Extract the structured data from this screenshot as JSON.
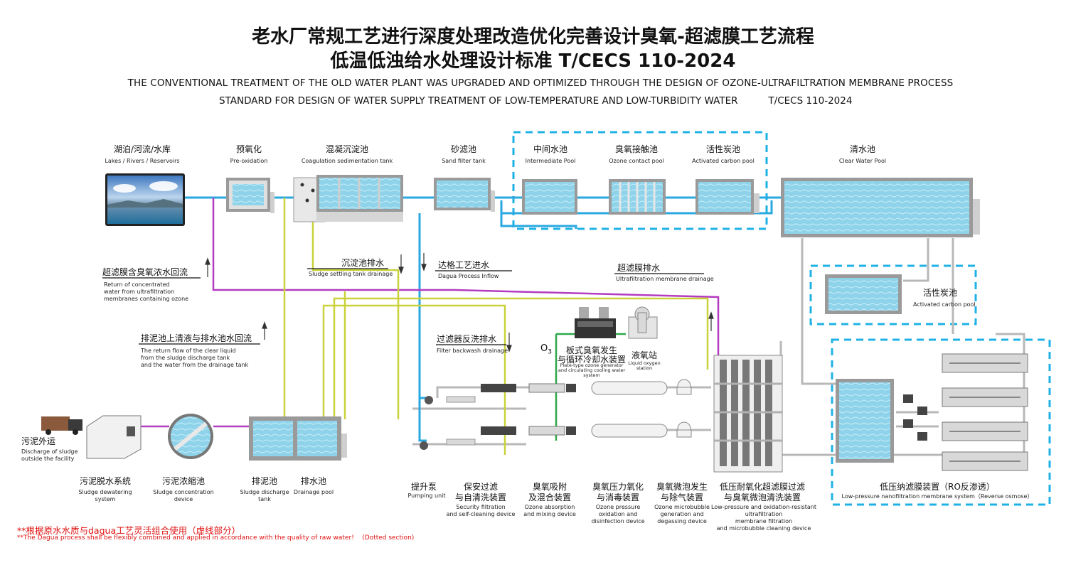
{
  "header": {
    "title_cn_1": "老水厂常规工艺进行深度处理改造优化完善设计臭氧-超滤膜工艺流程",
    "title_cn_2": "低温低浊给水处理设计标准 T/CECS 110-2024",
    "title_en_1": "THE CONVENTIONAL TREATMENT  OF THE OLD WATER PLANT WAS UPGRADED AND OPTIMIZED THROUGH THE DESIGN OF OZONE-ULTRAFILTRATION MEMBRANE PROCESS",
    "title_en_2": "STANDARD FOR DESIGN OF WATER SUPPLY TREATMENT OF LOW-TEMPERATURE AND LOW-TURBIDITY WATER          T/CECS 110-2024"
  },
  "top_units": [
    {
      "zh": "湖泊/河流/水库",
      "en": "Lakes / Rivers / Reservoirs"
    },
    {
      "zh": "预氧化",
      "en": "Pre-oxidation"
    },
    {
      "zh": "混凝沉淀池",
      "en": "Coagulation sedimentation tank"
    },
    {
      "zh": "砂滤池",
      "en": "Sand filter tank"
    },
    {
      "zh": "中间水池",
      "en": "Intermediate Pool"
    },
    {
      "zh": "臭氧接触池",
      "en": "Ozone contact pool"
    },
    {
      "zh": "活性炭池",
      "en": "Activated carbon pool"
    },
    {
      "zh": "清水池",
      "en": "Clear Water Pool"
    }
  ],
  "flows": {
    "uf_return": {
      "zh": "超滤膜含臭氧浓水回流",
      "en": [
        "Return of concentrated",
        "water from ultrafiltration",
        "membranes containing ozone"
      ]
    },
    "settle_drain": {
      "zh": "沉淀池排水",
      "en": "Sludge settling tank drainage"
    },
    "dagua_inflow": {
      "zh": "达格工艺进水",
      "en": "Dagua Process Inflow"
    },
    "uf_drain": {
      "zh": "超滤膜排水",
      "en": "Ultrafiltration membrane drainage"
    },
    "clear_return": {
      "zh": "排泥池上清液与排水池水回流",
      "en": [
        "The return flow of the clear liquid",
        "from the sludge discharge tank",
        "and the water from the drainage tank"
      ]
    },
    "backwash": {
      "zh": "过滤器反洗排水",
      "en": "Filter backwash drainage"
    }
  },
  "equipment": {
    "o3_label": "O",
    "o3_sub": "3",
    "ozone_gen": {
      "zh": [
        "板式臭氧发生",
        "与循环冷却水装置"
      ],
      "en": [
        "Plate-type ozone generator",
        "and circulating cooling water",
        "system"
      ]
    },
    "liquid_o2": {
      "zh": "液氧站",
      "en": [
        "Liquid oxygen",
        "station"
      ]
    },
    "side_carbon": {
      "zh": "活性炭池",
      "en": "Activated carbon pool"
    }
  },
  "bottom_units": [
    {
      "zh": "污泥外运",
      "en": [
        "Discharge of sludge",
        "outside the facility"
      ]
    },
    {
      "zh": "污泥脱水系统",
      "en": [
        "Sludge dewatering",
        "system"
      ]
    },
    {
      "zh": "污泥浓缩池",
      "en": [
        "Sludge concentration",
        "device"
      ]
    },
    {
      "zh": "排泥池",
      "en": [
        "Sludge discharge",
        "tank"
      ]
    },
    {
      "zh": "排水池",
      "en": [
        "Drainage pool"
      ]
    },
    {
      "zh": "提升泵",
      "en": [
        "Pumping unit"
      ]
    },
    {
      "zh": "保安过滤\n与自清洗装置",
      "en": [
        "Security filtration",
        "and self-cleaning device"
      ]
    },
    {
      "zh": "臭氧吸附\n及混合装置",
      "en": [
        "Ozone absorption",
        "and mixing device"
      ]
    },
    {
      "zh": "臭氧压力氧化\n与消毒装置",
      "en": [
        "Ozone pressure",
        "oxidation and",
        "disinfection device"
      ]
    },
    {
      "zh": "臭氧微泡发生\n与除气装置",
      "en": [
        "Ozone microbubble",
        "generation and",
        "degassing device"
      ]
    },
    {
      "zh": "低压耐氧化超滤膜过滤\n与臭氧微泡清洗装置",
      "en": [
        "Low-pressure and oxidation-resistant",
        "ultrafiltration",
        "membrane filtration",
        "and microbubble cleaning device"
      ]
    },
    {
      "zh": "低压纳滤膜装置（RO反渗透）",
      "en": [
        "Low-pressure nanofiltration membrane system（Reverse osmose）"
      ]
    }
  ],
  "notes": {
    "cn": "**根据原水水质与dagua工艺灵活组合使用（虚线部分）",
    "en": "**The Dagua process shall be flexibly combined and applied in accordance with the quality of raw water!    (Dotted section)"
  },
  "colors": {
    "water_line": "#29a8e0",
    "dashed_box": "#1fb2e6",
    "yellow_line": "#c9d23a",
    "magenta_line": "#b33cc0",
    "green_line": "#2ea84a",
    "grey_pipe": "#b8b8b8",
    "water": "#8fd3ea",
    "note_red": "#e01010"
  }
}
